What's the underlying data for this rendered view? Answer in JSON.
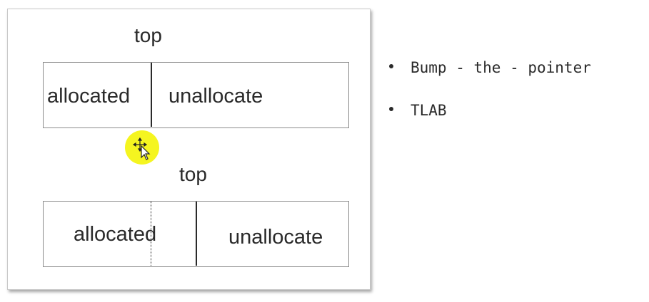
{
  "diagram": {
    "top_section": {
      "pointer_label": "top",
      "allocated_label": "allocated",
      "unallocated_label": "unallocate"
    },
    "bottom_section": {
      "pointer_label": "top",
      "allocated_label": "allocated",
      "unallocated_label": "unallocate"
    }
  },
  "bullets": [
    {
      "text": "Bump - the - pointer"
    },
    {
      "text": "TLAB"
    }
  ],
  "cursor": {
    "icon": "move-cursor-icon",
    "highlight_color": "#f5f520"
  }
}
